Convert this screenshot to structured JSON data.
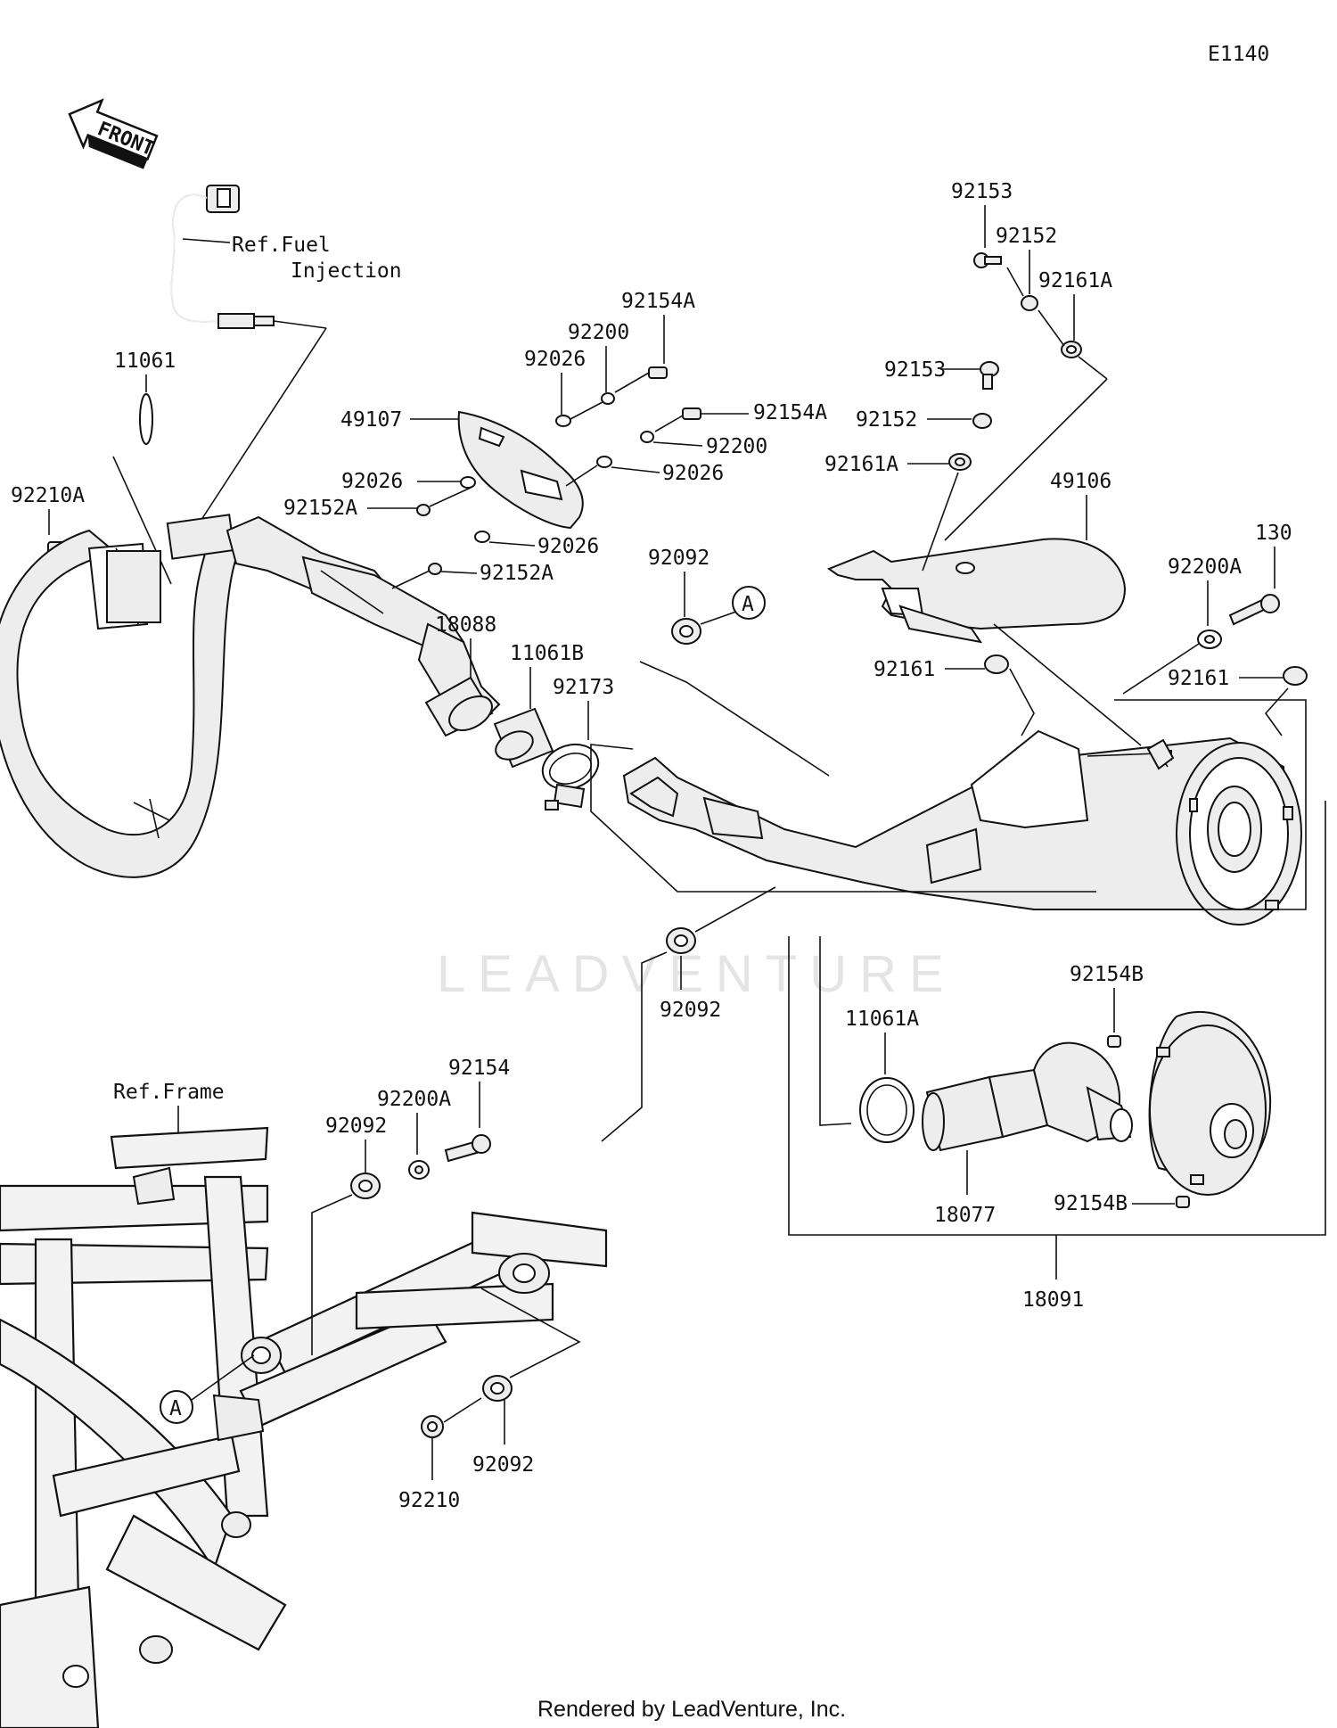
{
  "diagram_code": "E1140",
  "front_label": "FRONT",
  "refs": {
    "fuel_injection_line1": "Ref.Fuel",
    "fuel_injection_line2": "Injection",
    "frame": "Ref.Frame"
  },
  "callout_marker": "A",
  "watermark": "LEADVENTURE",
  "footer": "Rendered by LeadVenture, Inc.",
  "parts": {
    "p92153_top": "92153",
    "p92152_top": "92152",
    "p92161A_top": "92161A",
    "p92153_mid": "92153",
    "p92152_mid": "92152",
    "p92161A_mid": "92161A",
    "p49106": "49106",
    "p92200A_right": "92200A",
    "p130": "130",
    "p92161_left": "92161",
    "p92161_right": "92161",
    "p11061": "11061",
    "p92210A": "92210A",
    "p92154A_top": "92154A",
    "p92200_top": "92200",
    "p92026_top": "92026",
    "p49107": "49107",
    "p92154A_right": "92154A",
    "p92200_right": "92200",
    "p92026_right": "92026",
    "p92026_left": "92026",
    "p92152A_left": "92152A",
    "p92026_low": "92026",
    "p92152A_low": "92152A",
    "p92092_top": "92092",
    "p18088": "18088",
    "p11061B": "11061B",
    "p92173": "92173",
    "p92092_mid": "92092",
    "p92154B_top": "92154B",
    "p11061A": "11061A",
    "p18077": "18077",
    "p92154B_low": "92154B",
    "p18091": "18091",
    "p92154": "92154",
    "p92200A_low": "92200A",
    "p92092_frame": "92092",
    "p92092_bottom": "92092",
    "p92210": "92210"
  }
}
